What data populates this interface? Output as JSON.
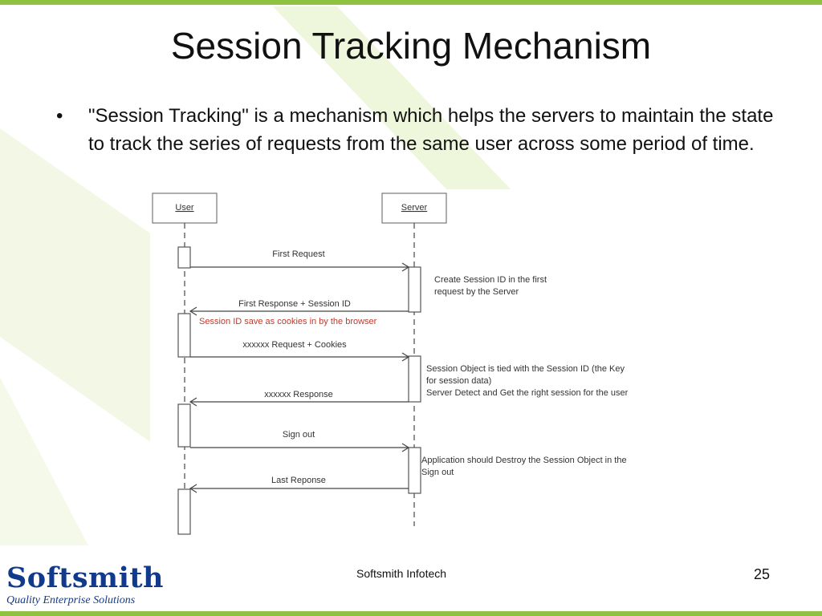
{
  "slide": {
    "title": "Session Tracking Mechanism",
    "bullet_marker": "•",
    "bullet_text": "\"Session Tracking\" is a  mechanism which helps the servers to maintain the state to track the series of requests from the same user across some period of time."
  },
  "diagram": {
    "participants": {
      "user": "User",
      "server": "Server"
    },
    "messages": {
      "m1": "First Request",
      "m2": "First Response + Session ID",
      "m3": "xxxxxx Request + Cookies",
      "m4": "xxxxxx Response",
      "m5": "Sign out",
      "m6": "Last Reponse"
    },
    "cookie_note": "Session ID save as cookies in by the browser",
    "server_notes": {
      "n1": [
        "Create Session ID in the first",
        "request by the Server"
      ],
      "n2": [
        "Session Object is tied with the Session ID (the Key",
        "for session data)",
        "Server Detect and Get the right session for the user"
      ],
      "n3": [
        "Application should Destroy the Session Object in the",
        "Sign out"
      ]
    },
    "colors": {
      "cookie_note": "#c0392b"
    }
  },
  "footer": {
    "logo_name": "Softsmith",
    "logo_tagline": "Quality Enterprise Solutions",
    "company": "Softsmith Infotech",
    "page_number": "25"
  },
  "theme": {
    "accent": "#8fc23e",
    "logo": "#123a8c"
  }
}
